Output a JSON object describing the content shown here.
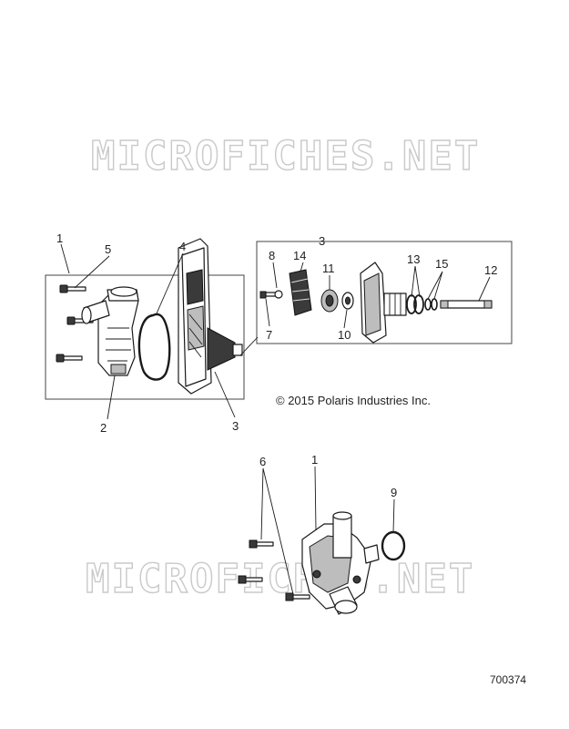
{
  "watermark": {
    "text": "MICROFICHES.NET"
  },
  "copyright": "© 2015 Polaris Industries Inc.",
  "document_number": "700374",
  "callouts": {
    "c1a": "1",
    "c5": "5",
    "c4": "4",
    "c2": "2",
    "c3a": "3",
    "c3b": "3",
    "c8": "8",
    "c14": "14",
    "c11": "11",
    "c13": "13",
    "c15": "15",
    "c12": "12",
    "c7": "7",
    "c10": "10",
    "c6": "6",
    "c1b": "1",
    "c9": "9"
  }
}
